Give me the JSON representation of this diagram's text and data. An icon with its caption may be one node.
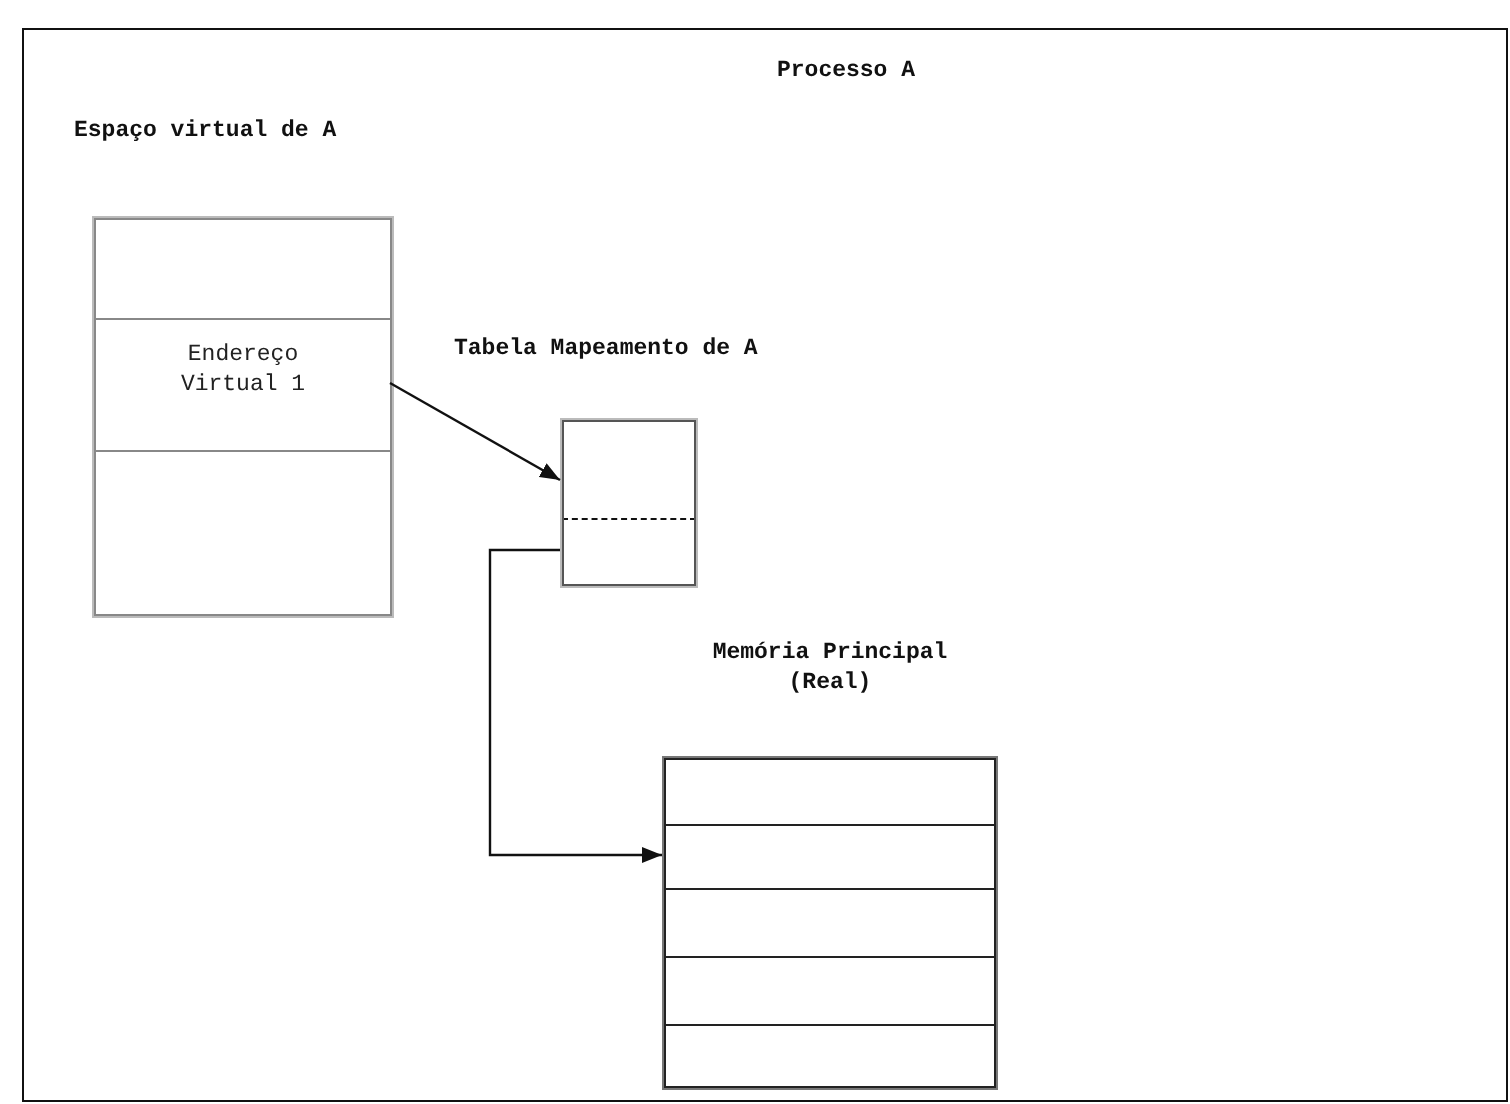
{
  "diagram": {
    "nodes": [
      {
        "text": [
          "Processo A"
        ]
      },
      {
        "text": [
          "Espaço virtual de A"
        ],
        "in": 0
      },
      {
        "text": [],
        "shape": "box",
        "in": 1
      },
      {
        "text": [
          "Endereço Virtual 1"
        ],
        "in": 1
      },
      {
        "text": [],
        "shape": "box",
        "in": 1
      },
      {
        "text": [
          "Tabela Mapeamento de A"
        ],
        "in": 0
      },
      {
        "text": [],
        "shape": "box",
        "in": 5
      },
      {
        "text": [],
        "shape": "box",
        "in": 5
      },
      {
        "text": [
          "Memória Principal (Real)"
        ],
        "in": 0
      },
      {
        "text": [],
        "shape": "box",
        "in": 8
      },
      {
        "text": [],
        "shape": "box",
        "in": 8
      },
      {
        "text": [],
        "shape": "box",
        "in": 8
      },
      {
        "text": [],
        "shape": "box",
        "in": 8
      },
      {
        "text": [],
        "shape": "box",
        "in": 8
      }
    ],
    "edges": [
      {
        "from": 3,
        "to": 6,
        "arrow": "to"
      },
      {
        "from": 7,
        "to": 10,
        "arrow": "to"
      }
    ]
  }
}
